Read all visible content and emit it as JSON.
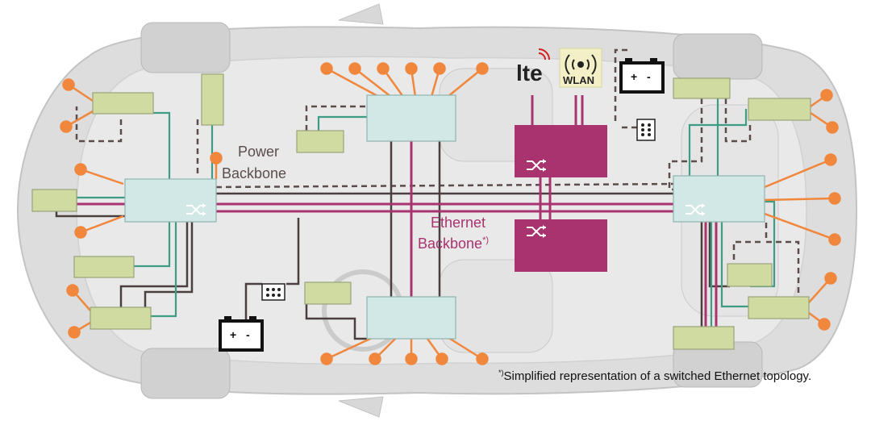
{
  "labels": {
    "power_backbone_line1": "Power",
    "power_backbone_line2": "Backbone",
    "ethernet_backbone_line1": "Ethernet",
    "ethernet_backbone_line2": "Backbone",
    "ethernet_backbone_mark": "*)",
    "lte_logo": "lte",
    "wlan_logo": "WLAN"
  },
  "footnote": {
    "mark": "*)",
    "text": "Simplified representation  of a switched  Ethernet topology."
  },
  "colors": {
    "ecu_fill": "#cfdba0",
    "switch_fill": "#d2e8e6",
    "central_switch_fill": "#a8336f",
    "ethernet_line": "#a8336f",
    "green_line": "#3e9c84",
    "sensor": "#f0873c",
    "power_line": "#5c4d4d"
  },
  "icons": [
    "battery-icon",
    "switch-icon",
    "fuse-box-icon",
    "lte-icon",
    "wlan-icon"
  ]
}
